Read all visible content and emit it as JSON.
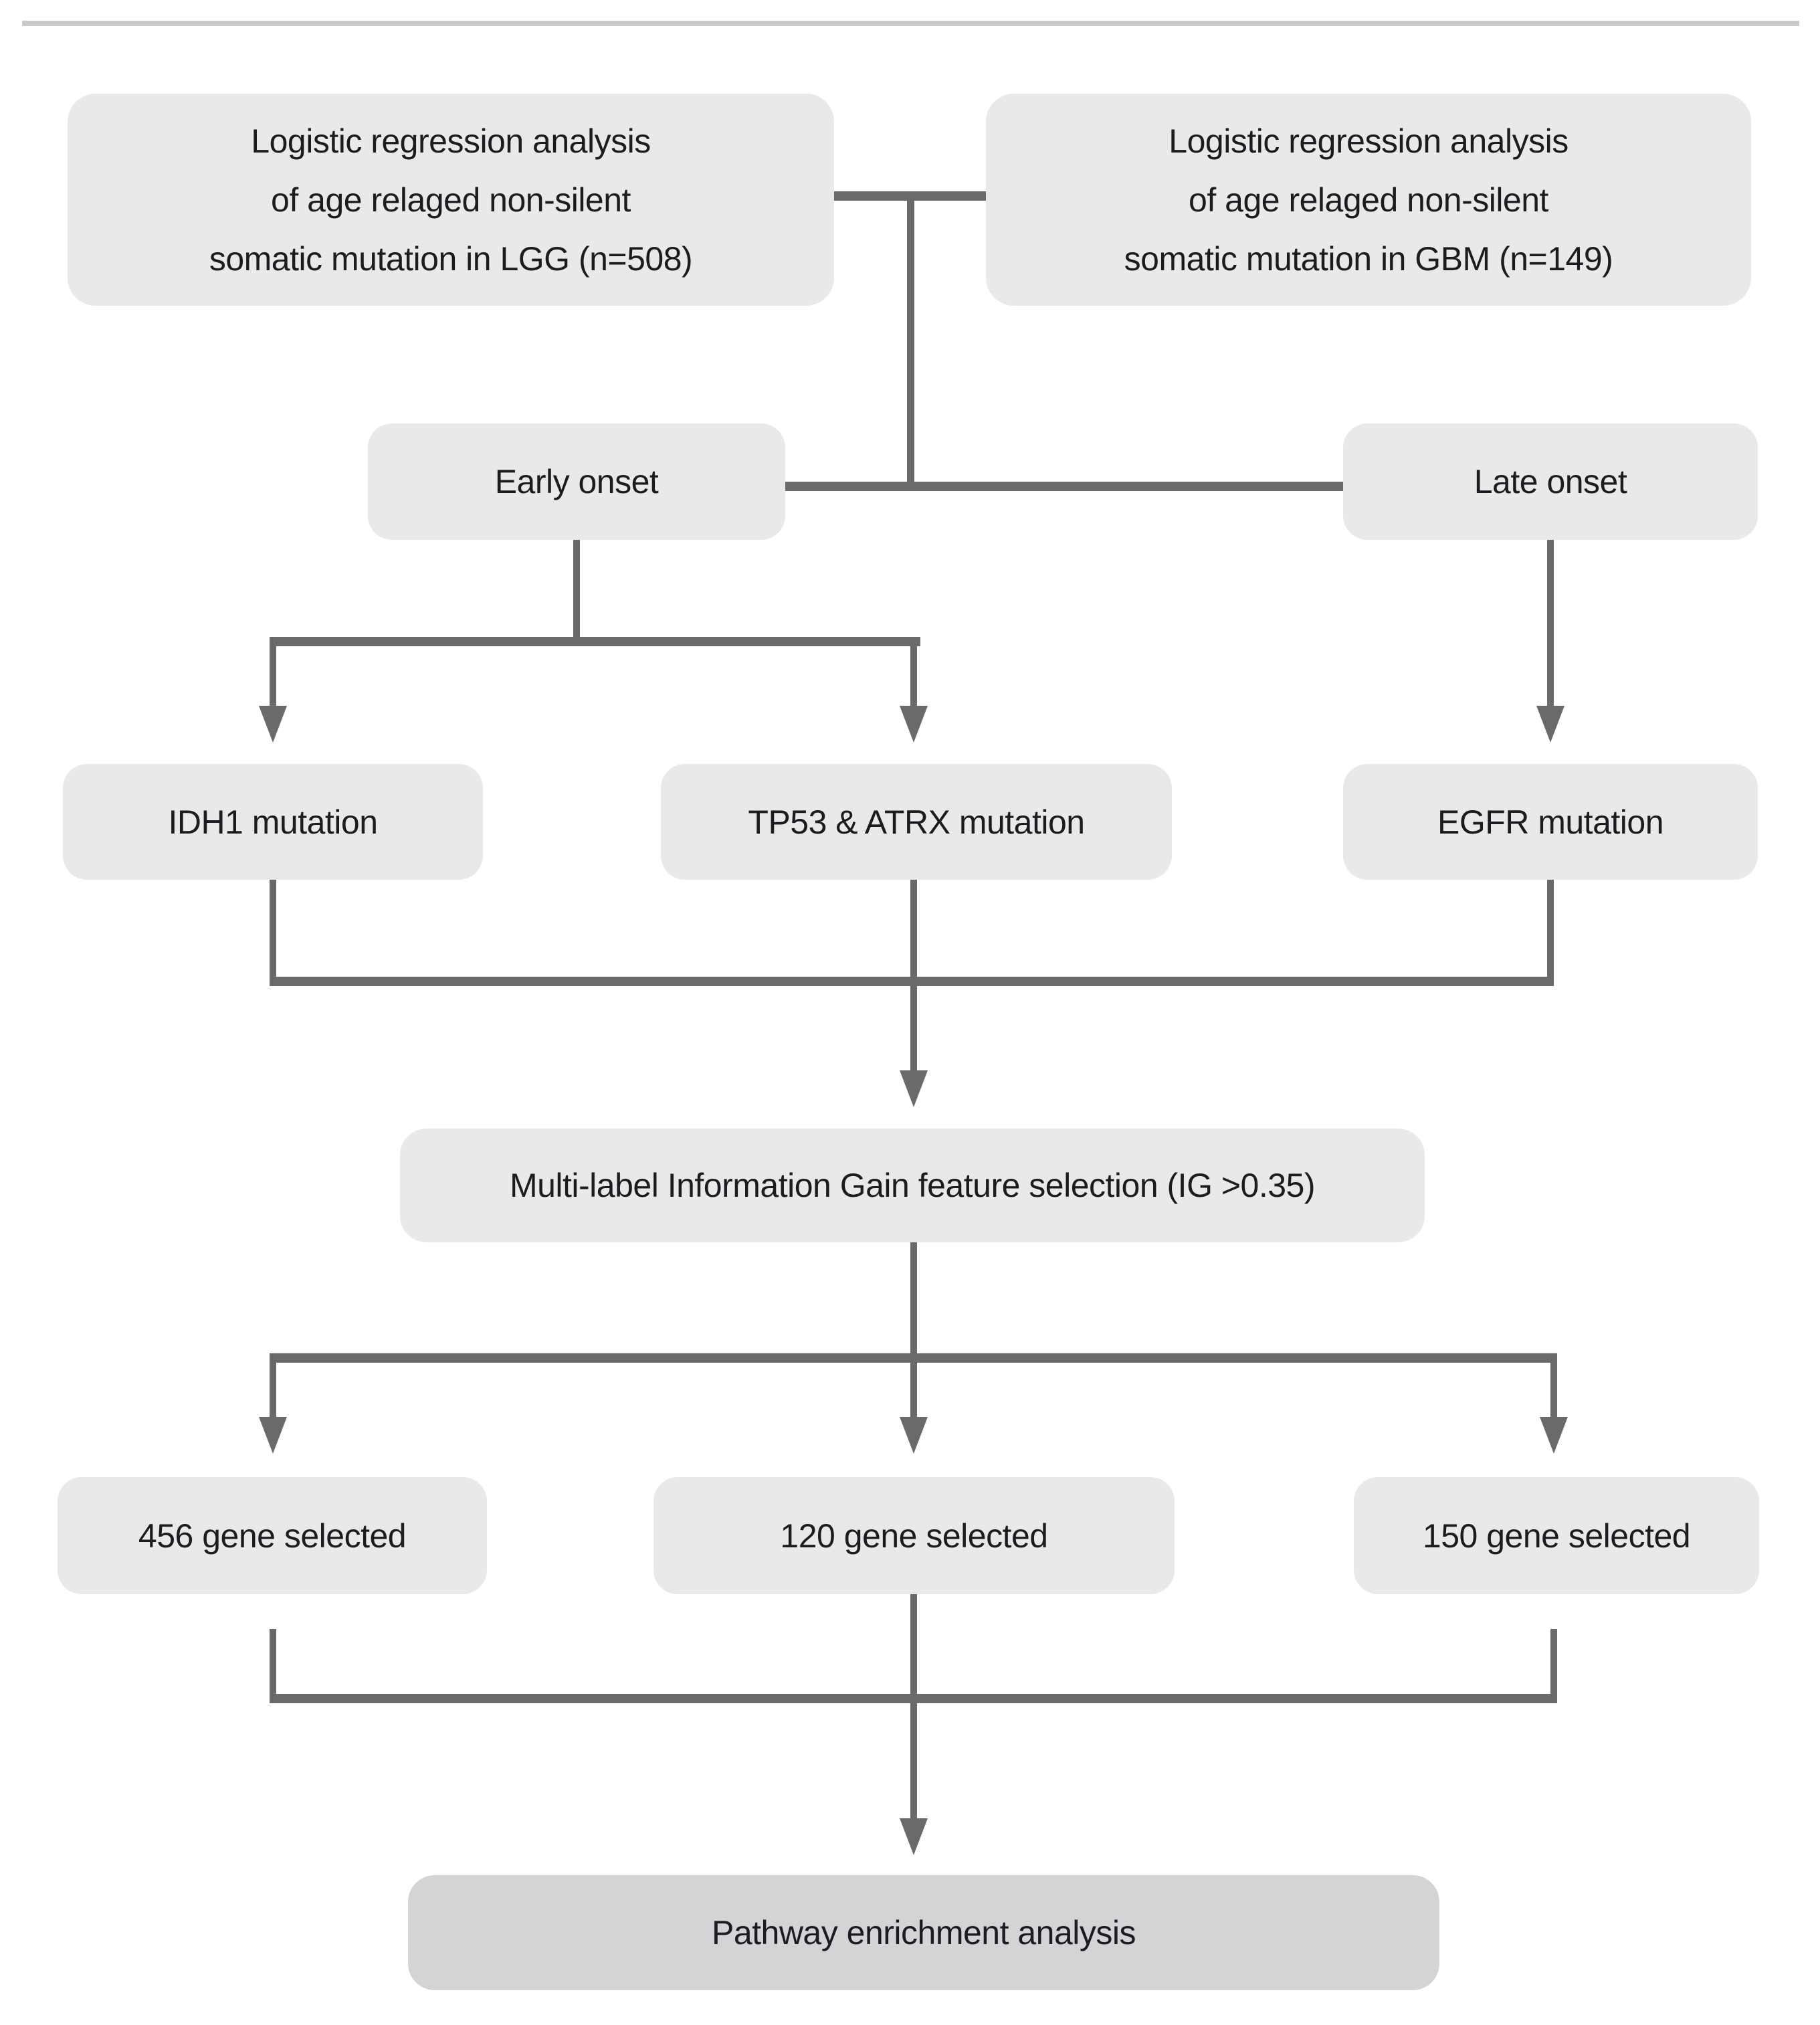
{
  "figure": {
    "type": "flowchart",
    "description": "Analysis workflow flow diagram for age-related somatic mutations in glioma"
  },
  "colors": {
    "background": "#ffffff",
    "box_fill": "#e9e9e9",
    "box_fill_final": "#d3d4d6",
    "connector": "#6a6a6a",
    "top_rule": "#c9c9c9",
    "text": "#1b1b20"
  },
  "nodes": {
    "lgg": {
      "lines": [
        "Logistic regression analysis",
        "of age relaged non-silent",
        "somatic mutation in LGG (n=508)"
      ]
    },
    "gbm": {
      "lines": [
        "Logistic regression analysis",
        "of age relaged non-silent",
        "somatic mutation in GBM (n=149)"
      ]
    },
    "early_onset": {
      "label": "Early onset"
    },
    "late_onset": {
      "label": "Late onset"
    },
    "idh1": {
      "label": "IDH1 mutation"
    },
    "tp53_atrx": {
      "label": "TP53 & ATRX mutation"
    },
    "egfr": {
      "label": "EGFR mutation"
    },
    "feature_selection": {
      "label": "Multi-label Information Gain feature selection (IG >0.35)"
    },
    "genes_456": {
      "label": "456 gene selected"
    },
    "genes_120": {
      "label": "120 gene selected"
    },
    "genes_150": {
      "label": "150 gene selected"
    },
    "pathway": {
      "label": "Pathway enrichment analysis"
    }
  },
  "edges": [
    "lgg — gbm (joined, branch down)",
    "branch → early_onset",
    "branch → late_onset",
    "early_onset → idh1",
    "early_onset → tp53_atrx",
    "late_onset → egfr",
    "idh1 + tp53_atrx + egfr → feature_selection",
    "feature_selection → genes_456",
    "feature_selection → genes_120",
    "feature_selection → genes_150",
    "genes_456 + genes_120 + genes_150 → pathway"
  ]
}
